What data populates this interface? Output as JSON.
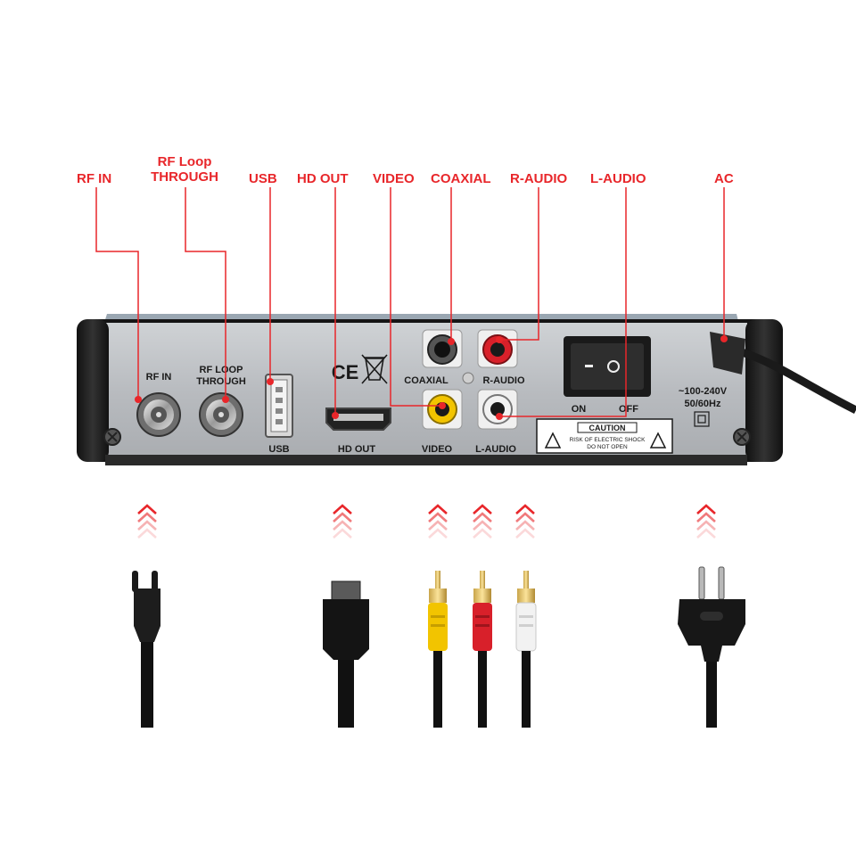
{
  "callouts": {
    "rf_in": "RF IN",
    "rf_loop_line1": "RF Loop",
    "rf_loop_line2": "THROUGH",
    "usb": "USB",
    "hd_out": "HD OUT",
    "video": "VIDEO",
    "coaxial": "COAXIAL",
    "r_audio": "R-AUDIO",
    "l_audio": "L-AUDIO",
    "ac": "AC"
  },
  "panel": {
    "rf_in": "RF IN",
    "rf_loop_line1": "RF LOOP",
    "rf_loop_line2": "THROUGH",
    "usb": "USB",
    "hd_out": "HD OUT",
    "coaxial": "COAXIAL",
    "r_audio": "R-AUDIO",
    "video": "VIDEO",
    "l_audio": "L-AUDIO",
    "ce": "CE",
    "switch_on": "ON",
    "switch_off": "OFF",
    "caution_title": "CAUTION",
    "caution_line1": "RISK OF ELECTRIC SHOCK",
    "caution_line2": "DO NOT OPEN",
    "power_line1": "~100-240V",
    "power_line2": "50/60Hz"
  },
  "colors": {
    "callout_red": "#e8262a",
    "panel_silver": "#b9bcc0",
    "rca_yellow": "#f2c400",
    "rca_red": "#d8202a",
    "rca_white": "#f2f2f2"
  },
  "icons": [
    "double-chevron-up-icon",
    "warning-triangle-icon",
    "weee-bin-icon",
    "double-insulation-icon"
  ]
}
